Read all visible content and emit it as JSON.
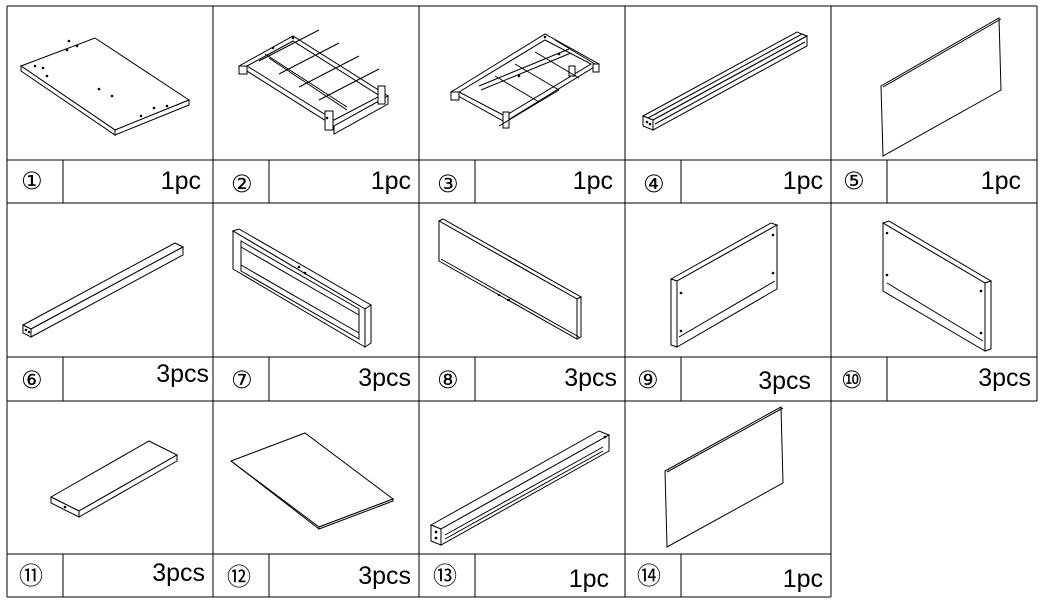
{
  "parts": [
    {
      "number": "①",
      "quantity": "1pc",
      "shape": "board-with-holes"
    },
    {
      "number": "②",
      "quantity": "1pc",
      "shape": "slatted-frame"
    },
    {
      "number": "③",
      "quantity": "1pc",
      "shape": "slatted-frame"
    },
    {
      "number": "④",
      "quantity": "1pc",
      "shape": "rail"
    },
    {
      "number": "⑤",
      "quantity": "1pc",
      "shape": "thin-panel"
    },
    {
      "number": "⑥",
      "quantity": "3pcs",
      "shape": "rail"
    },
    {
      "number": "⑦",
      "quantity": "3pcs",
      "shape": "framed-front-panel"
    },
    {
      "number": "⑧",
      "quantity": "3pcs",
      "shape": "long-panel"
    },
    {
      "number": "⑨",
      "quantity": "3pcs",
      "shape": "side-panel"
    },
    {
      "number": "⑩",
      "quantity": "3pcs",
      "shape": "side-panel"
    },
    {
      "number": "⑪",
      "quantity": "3pcs",
      "shape": "short-board"
    },
    {
      "number": "⑫",
      "quantity": "3pcs",
      "shape": "thin-sheet"
    },
    {
      "number": "⑬",
      "quantity": "1pc",
      "shape": "grooved-rail"
    },
    {
      "number": "⑭",
      "quantity": "1pc",
      "shape": "thin-panel"
    }
  ]
}
